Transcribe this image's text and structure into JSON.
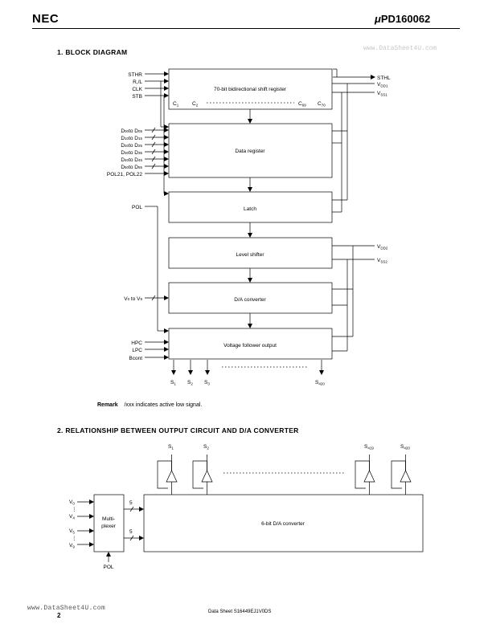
{
  "header": {
    "logo": "NEC",
    "part_prefix": "μ",
    "part_number": "PD160062",
    "watermark": "www.DataSheet4U.com"
  },
  "section1": {
    "title": "1.  BLOCK  DIAGRAM",
    "inputs_top": [
      "STHR",
      "R,/L",
      "CLK",
      "STB"
    ],
    "data_inputs": [
      {
        "a": "D",
        "as": "00",
        "t": "to D",
        "bs": "05"
      },
      {
        "a": "D",
        "as": "10",
        "t": "to D",
        "bs": "15"
      },
      {
        "a": "D",
        "as": "20",
        "t": "to D",
        "bs": "25"
      },
      {
        "a": "D",
        "as": "30",
        "t": "to D",
        "bs": "35"
      },
      {
        "a": "D",
        "as": "40",
        "t": "to D",
        "bs": "45"
      },
      {
        "a": "D",
        "as": "50",
        "t": "to D",
        "bs": "55"
      }
    ],
    "pol_inputs": "POL21, POL22",
    "pol": "POL",
    "v_in": {
      "a": "V",
      "as": "0",
      "t": " to V",
      "bs": "9"
    },
    "bottom_inputs": [
      "HPC",
      "LPC",
      "Bcont"
    ],
    "right_top": {
      "sthl": "STHL",
      "vdd1": {
        "b": "V",
        "s": "DD1"
      },
      "vss1": {
        "b": "V",
        "s": "SS1"
      }
    },
    "right_mid": {
      "vdd2": {
        "b": "V",
        "s": "DD2"
      },
      "vss2": {
        "b": "V",
        "s": "SS2"
      }
    },
    "blocks": {
      "shift_register": "70-bit bidirectional shift register",
      "data_register": "Data register",
      "latch": "Latch",
      "level_shifter": "Level shifter",
      "da_converter": "D/A converter",
      "voltage_follower": "Voltage follower output"
    },
    "clock_taps": [
      {
        "b": "C",
        "s": "1"
      },
      {
        "b": "C",
        "s": "2"
      },
      {
        "b": "C",
        "s": "69"
      },
      {
        "b": "C",
        "s": "70"
      }
    ],
    "outputs": [
      {
        "b": "S",
        "s": "1"
      },
      {
        "b": "S",
        "s": "2"
      },
      {
        "b": "S",
        "s": "3"
      },
      {
        "b": "S",
        "s": "420"
      }
    ],
    "remark_label": "Remark",
    "remark_text": "/xxx indicates active low signal."
  },
  "section2": {
    "title": "2.  RELATIONSHIP  BETWEEN  OUTPUT  CIRCUIT  AND  D/A  CONVERTER",
    "outputs": [
      {
        "b": "S",
        "s": "1"
      },
      {
        "b": "S",
        "s": "2"
      },
      {
        "b": "S",
        "s": "419"
      },
      {
        "b": "S",
        "s": "420"
      }
    ],
    "mux_line1": "Multi-",
    "mux_line2": "plexer",
    "dac_label": "6-bit D/A converter",
    "v_labels": [
      {
        "b": "V",
        "s": "0"
      },
      {
        "b": "V",
        "s": "4"
      },
      {
        "b": "V",
        "s": "5"
      },
      {
        "b": "V",
        "s": "9"
      }
    ],
    "bus_width": "5",
    "pol": "POL"
  },
  "footer": {
    "site": "www.DataSheet4U.com",
    "page": "2",
    "doc": "Data Sheet  S16449EJ1V0DS"
  }
}
